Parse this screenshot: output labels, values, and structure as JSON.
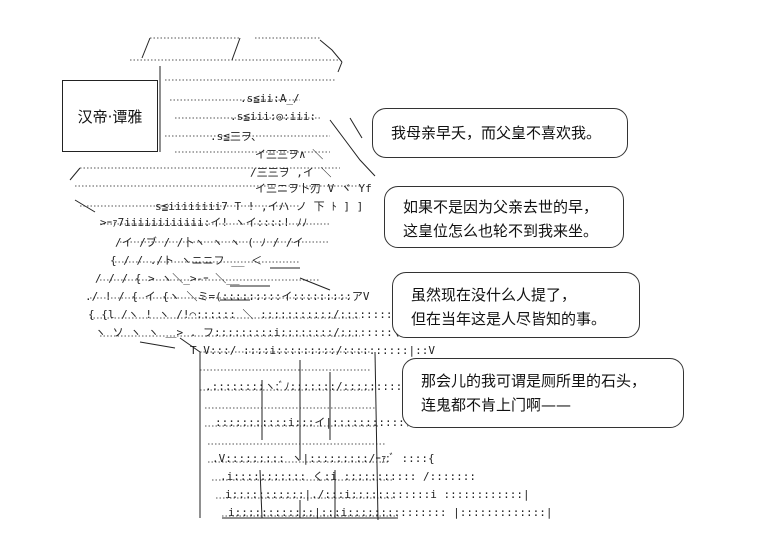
{
  "name_label": "汉帝·谭雅",
  "bubbles": [
    {
      "lines": [
        "我母亲早夭，而父皇不喜欢我。"
      ]
    },
    {
      "lines": [
        "如果不是因为父亲去世的早，",
        "这皇位怎么也轮不到我来坐。"
      ]
    },
    {
      "lines": [
        "虽然现在没什么人提了，",
        "但在当年这是人尽皆知的事。"
      ]
    },
    {
      "lines": [
        "那会儿的我可谓是厕所里的石头，",
        "连鬼都不肯上门啊——"
      ]
    }
  ],
  "colors": {
    "background": "#ffffff",
    "ink": "#111111"
  }
}
